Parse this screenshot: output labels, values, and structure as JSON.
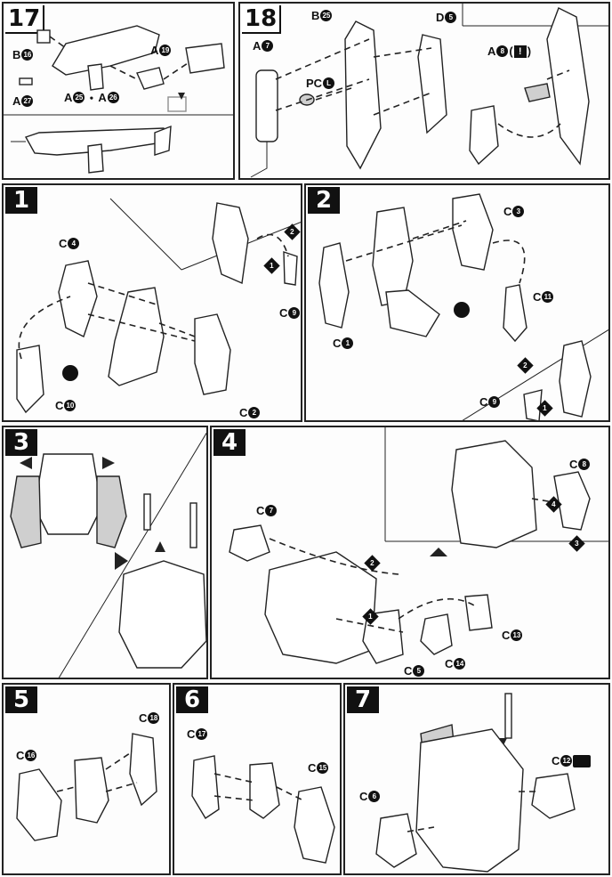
{
  "steps": {
    "s17": {
      "number": "17",
      "labels": [
        "B",
        "A",
        "A",
        "A",
        "A"
      ],
      "badges": [
        "16",
        "27",
        "25",
        "26",
        "19"
      ],
      "sep": "・"
    },
    "s18": {
      "number": "18",
      "labels": [
        "B",
        "D",
        "A",
        "PC",
        "A"
      ],
      "badges": [
        "25",
        "5",
        "7",
        "L",
        "8"
      ],
      "warn": "!"
    },
    "s1": {
      "number": "1",
      "labels": [
        "C",
        "C",
        "C",
        "C"
      ],
      "badges": [
        "4",
        "9",
        "10",
        "2"
      ],
      "arrows": [
        "1",
        "2"
      ]
    },
    "s2": {
      "number": "2",
      "labels": [
        "C",
        "C",
        "C",
        "C"
      ],
      "badges": [
        "3",
        "11",
        "1",
        "9"
      ],
      "arrows": [
        "1",
        "2"
      ]
    },
    "s3": {
      "number": "3"
    },
    "s4": {
      "number": "4",
      "labels": [
        "C",
        "C",
        "C",
        "C",
        "C"
      ],
      "badges": [
        "7",
        "8",
        "13",
        "5",
        "14"
      ],
      "arrows": [
        "1",
        "2",
        "3",
        "4"
      ]
    },
    "s5": {
      "number": "5",
      "labels": [
        "C",
        "C"
      ],
      "badges": [
        "16",
        "18"
      ]
    },
    "s6": {
      "number": "6",
      "labels": [
        "C",
        "C"
      ],
      "badges": [
        "17",
        "15"
      ]
    },
    "s7": {
      "number": "7",
      "labels": [
        "C",
        "C"
      ],
      "badges": [
        "12",
        "6"
      ]
    }
  }
}
